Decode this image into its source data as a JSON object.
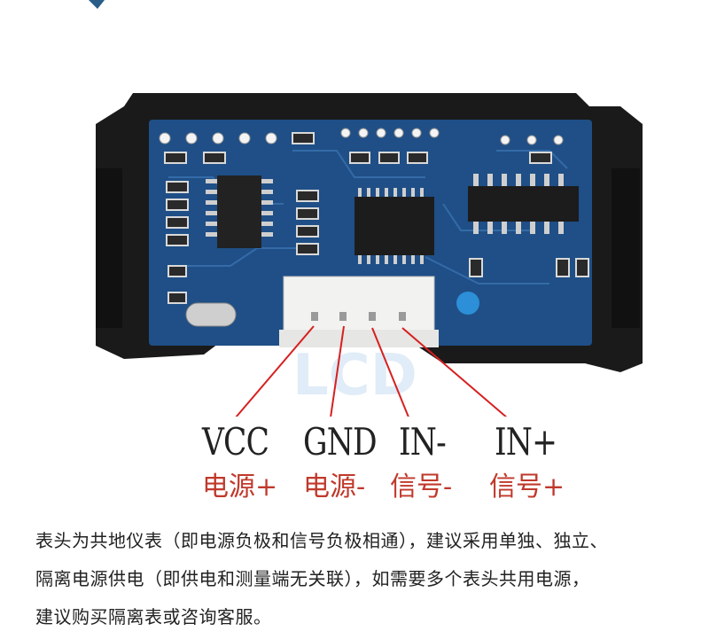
{
  "pins": [
    {
      "name": "VCC",
      "desc": "电源+"
    },
    {
      "name": "GND",
      "desc": "电源-"
    },
    {
      "name": "IN-",
      "desc": "信号-"
    },
    {
      "name": "IN+",
      "desc": "信号+"
    }
  ],
  "note": {
    "line1": "表头为共地仪表（即电源负极和信号负极相通），建议采用单独、独立、",
    "line2": "隔离电源供电（即供电和测量端无关联），如需要多个表头共用电源，",
    "line3": "建议购买隔离表或咨询客服。"
  },
  "colors": {
    "pcb": "#1f4f86",
    "connector": "#f2f2f0",
    "wire": "#d62020",
    "text_red": "#c0392b"
  }
}
